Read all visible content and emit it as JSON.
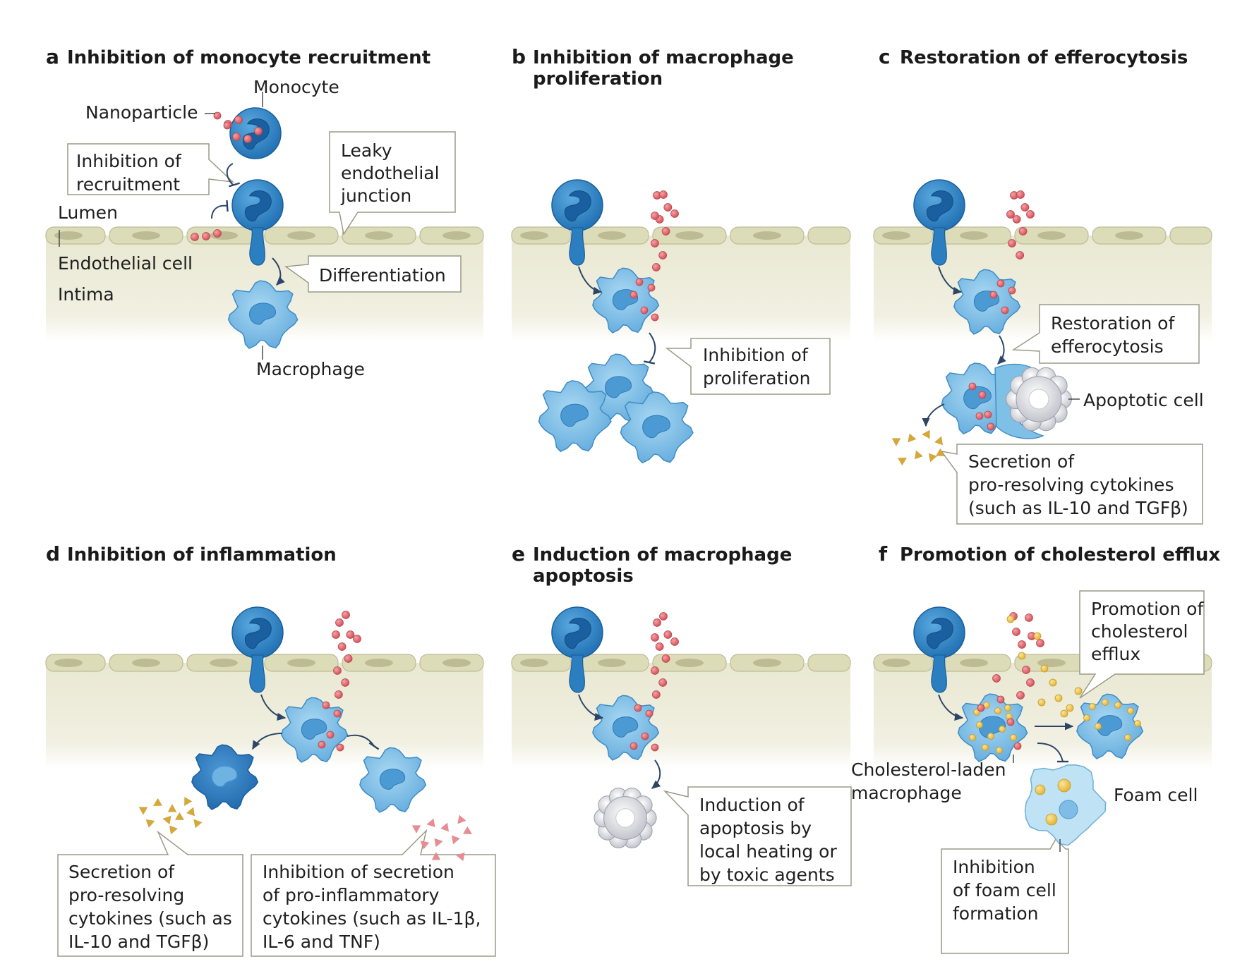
{
  "colors": {
    "tissue": "#ecebd8",
    "endothelium": "#dddcb9",
    "monocyte": "#2f86c6",
    "macrophage": "#7fc0e6",
    "inflammatory_macrophage": "#2a7cc0",
    "nanoparticle": "#e06a70",
    "cholesterol": "#f0c850",
    "pro_resolving_cytokine": "#d9a830",
    "pro_inflammatory_cytokine": "#e88088",
    "apoptotic_cell": "#dcdde2",
    "foam_cell": "#bfe2f4"
  },
  "panels": {
    "a": {
      "letter": "a",
      "title": "Inhibition of monocyte recruitment",
      "labels": {
        "monocyte": "Monocyte",
        "nanoparticle": "Nanoparticle",
        "inhibition_of_recruitment": [
          "Inhibition of",
          "recruitment"
        ],
        "leaky_junction": [
          "Leaky",
          "endothelial",
          "junction"
        ],
        "lumen": "Lumen",
        "endothelial_cell": "Endothelial cell",
        "intima": "Intima",
        "differentiation": "Differentiation",
        "macrophage": "Macrophage"
      }
    },
    "b": {
      "letter": "b",
      "title": [
        "Inhibition of macrophage",
        "proliferation"
      ],
      "labels": {
        "inhibition_of_proliferation": [
          "Inhibition of",
          "proliferation"
        ]
      }
    },
    "c": {
      "letter": "c",
      "title": "Restoration of efferocytosis",
      "labels": {
        "restoration": [
          "Restoration of",
          "efferocytosis"
        ],
        "apoptotic_cell": "Apoptotic cell",
        "secretion": [
          "Secretion of",
          "pro-resolving cytokines",
          "(such as IL-10 and TGFβ)"
        ]
      }
    },
    "d": {
      "letter": "d",
      "title": "Inhibition of inflammation",
      "labels": {
        "secretion": [
          "Secretion of",
          "pro-resolving",
          "cytokines (such as",
          "IL-10 and TGFβ)"
        ],
        "inhibition_secretion": [
          "Inhibition of secretion",
          "of pro-inflammatory",
          "cytokines (such as IL-1β,",
          "IL-6 and TNF)"
        ]
      }
    },
    "e": {
      "letter": "e",
      "title": [
        "Induction of macrophage",
        "apoptosis"
      ],
      "labels": {
        "induction": [
          "Induction of",
          "apoptosis by",
          "local heating or",
          "by toxic agents"
        ]
      }
    },
    "f": {
      "letter": "f",
      "title": "Promotion of cholesterol efflux",
      "labels": {
        "promotion": [
          "Promotion of",
          "cholesterol",
          "efflux"
        ],
        "cholesterol_laden": [
          "Cholesterol-laden",
          "macrophage"
        ],
        "foam_cell": "Foam cell",
        "inhibition_foam": [
          "Inhibition",
          "of foam cell",
          "formation"
        ]
      }
    }
  }
}
